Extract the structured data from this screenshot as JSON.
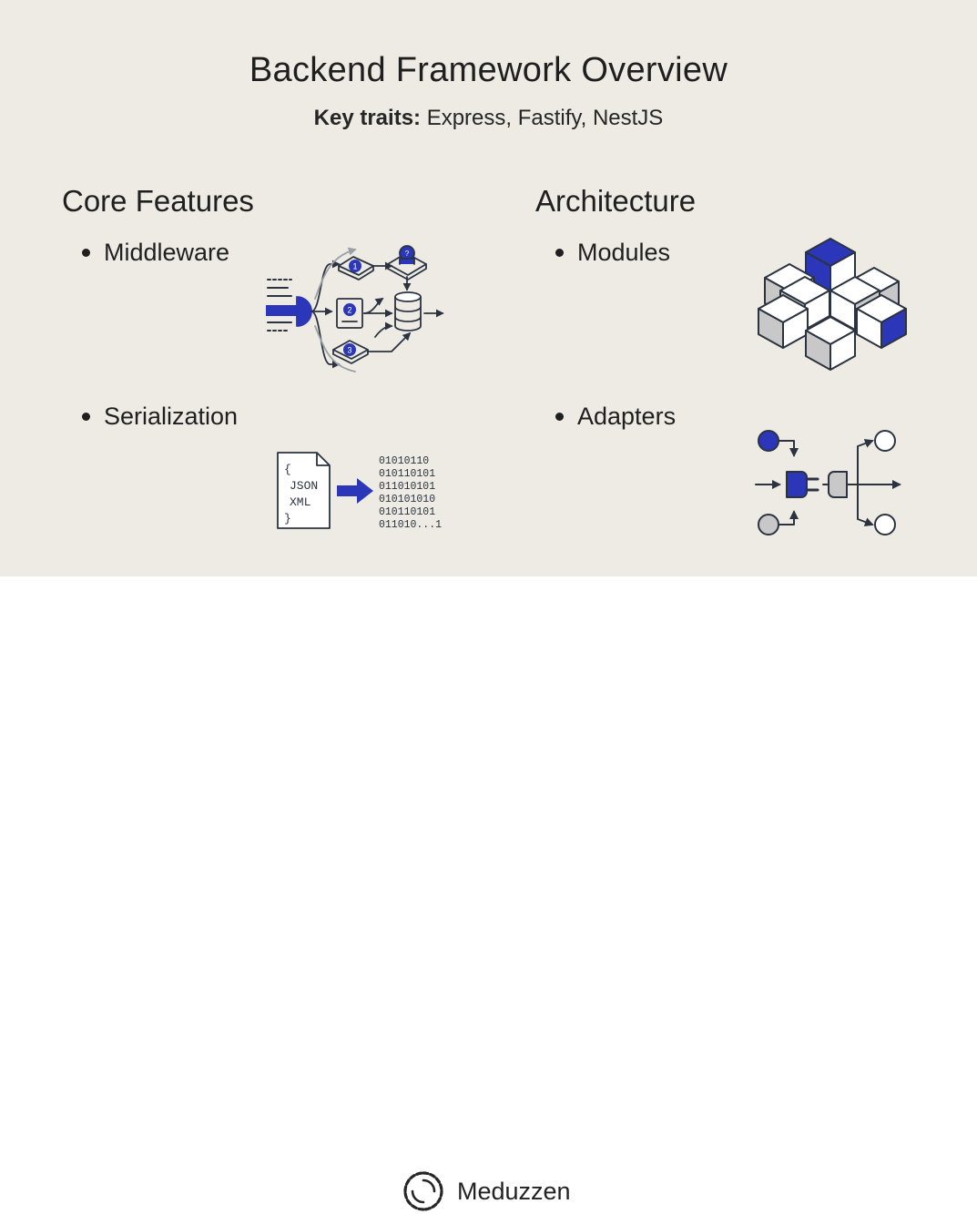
{
  "slide": {
    "title": "Backend Framework Overview",
    "subtitle_prefix": "Key traits:",
    "subtitle_rest": " Express, Fastify, NestJS"
  },
  "sections": {
    "core": {
      "heading": "Core Features",
      "bullets": [
        "Middleware",
        "Serialization"
      ]
    },
    "architecture": {
      "heading": "Architecture",
      "bullets": [
        "Modules",
        "Adapters"
      ]
    }
  },
  "illustrations": {
    "middleware": {
      "icon": "middleware-pipeline-icon",
      "steps": [
        "1",
        "2",
        "3"
      ]
    },
    "serialization": {
      "icon": "serialization-icon",
      "doc_lines": [
        "{",
        "JSON",
        "XML",
        "}"
      ],
      "binary_lines": [
        "01010110",
        "010110101",
        "011010101",
        "010101010",
        "010110101",
        "011010...1"
      ]
    },
    "modules": {
      "icon": "cube-stack-icon"
    },
    "adapters": {
      "icon": "plug-adapter-icon"
    }
  },
  "footer": {
    "brand_name": "Meduzzen",
    "logo_icon": "meduzzen-logo-icon"
  },
  "colors": {
    "accent": "#2b36b8",
    "background": "#eeebe5",
    "ink": "#2b3340",
    "cube_grey": "#c8c8c8"
  }
}
